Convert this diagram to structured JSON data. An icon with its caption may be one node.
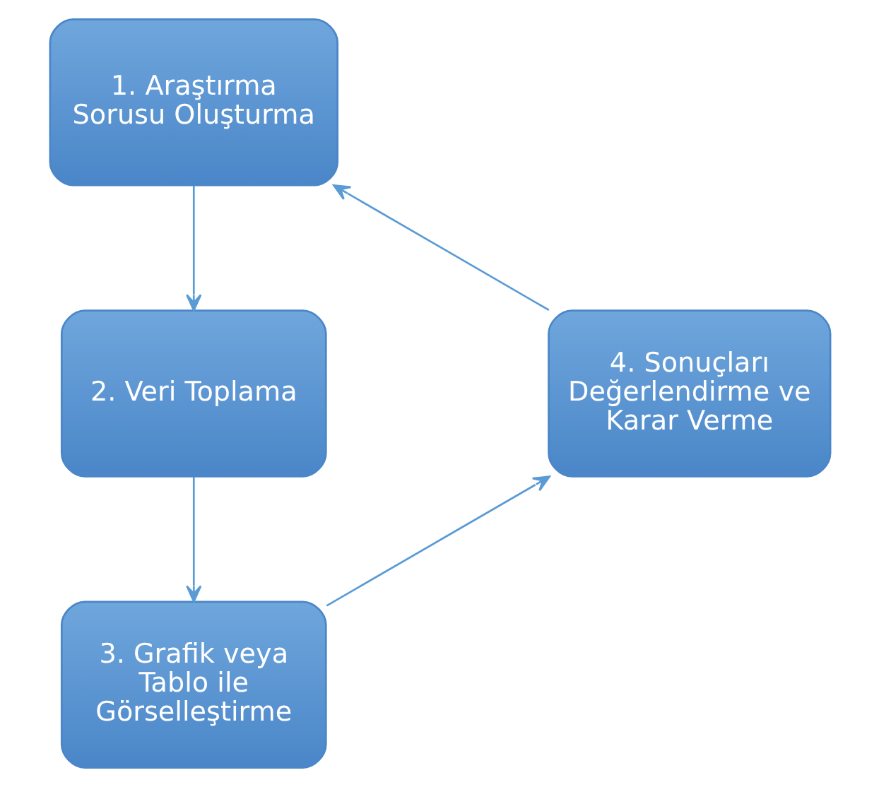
{
  "diagram": {
    "nodes": [
      {
        "text": [
          "1. Araştırma Sorusu Oluşturma"
        ]
      },
      {
        "text": [
          "2. Veri Toplama"
        ]
      },
      {
        "text": [
          "3. Grafik veya Tablo ile Görselleştirme"
        ]
      },
      {
        "text": [
          "4. Sonuçları Değerlendirme ve Karar Verme"
        ]
      }
    ],
    "edges": [
      {
        "from": 0,
        "to": 1,
        "arrow": "to"
      },
      {
        "from": 1,
        "to": 2,
        "arrow": "to"
      },
      {
        "from": 2,
        "to": 3,
        "arrow": "to"
      },
      {
        "from": 3,
        "to": 0,
        "arrow": "to"
      }
    ]
  }
}
